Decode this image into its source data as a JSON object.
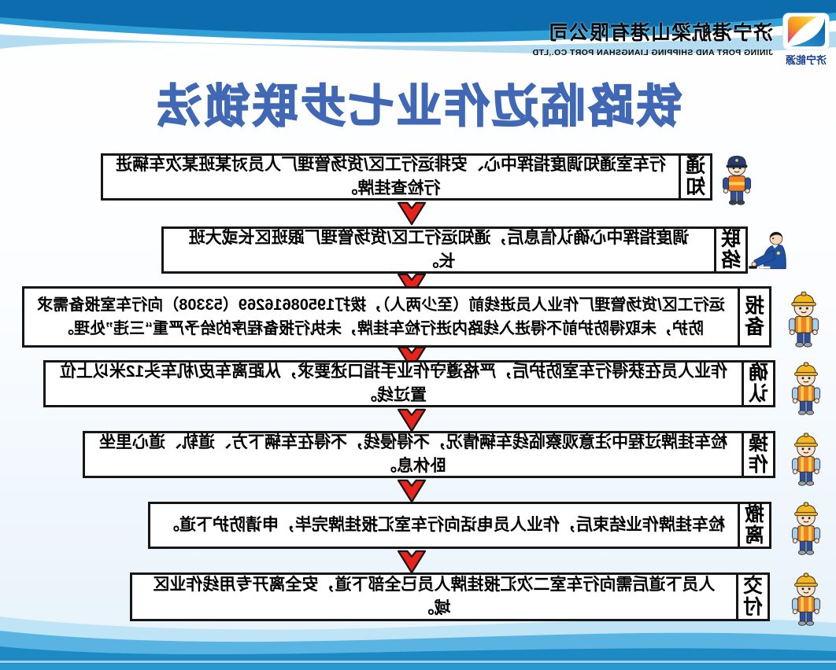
{
  "poster": {
    "title": "铁路临边作业七步联锁法"
  },
  "header": {
    "company_name_cn": "济宁港航梁山港有限公司",
    "company_name_en": "JINING PORT AND SHIPPING LIANGSHAN PORT CO.,LTD",
    "logo_caption": "济宁能源"
  },
  "steps": [
    {
      "label": "通知",
      "text": "行车室通知调度指挥中心、安排运行工区/货场管理厂人员对某班某次车辆进行检查挂牌。",
      "icon": "station-attendant"
    },
    {
      "label": "联络",
      "text": "调度指挥中心确认信息后，通知运行工区/货场管理厂跟班区长或大班长。",
      "icon": "dispatcher-at-desk"
    },
    {
      "label": "报备",
      "text": "运行工区/货场管理厂作业人员进线前（至少两人），拨打19508616269（53308）向行车室报备需求防护，未取得防护前不得进入线路内进行检车挂牌，未执行报备程序的给予严重“三违”处理。",
      "icon": "hardhat-worker"
    },
    {
      "label": "确认",
      "text": "作业人员在获得行车室防护后，严格遵守作业手指口述要求，从距离车皮/机车头12米以上位置过线。",
      "icon": "hardhat-worker"
    },
    {
      "label": "操作",
      "text": "检车挂牌过程中注意观察临线车辆情况，不得侵线，不得在车辆下方、道轨、道心里坐卧休息。",
      "icon": "hardhat-worker"
    },
    {
      "label": "撤离",
      "text": "检车挂牌作业结束后，作业人员电话向行车室汇报挂牌完毕，申请防护下道。",
      "icon": "hardhat-worker"
    },
    {
      "label": "交付",
      "text": "人员下道后需向行车室二次汇报挂牌人员已全部下道，安全离开专用线作业区域。",
      "icon": "hardhat-worker"
    }
  ],
  "colors": {
    "title_blue": "#4068b5",
    "arrow_red": "#e8231c",
    "box_border": "#161616",
    "band_blue_dark": "#0d6cae",
    "band_blue_mid": "#2f9fd6",
    "band_blue_light": "#a7d6ef",
    "vest_orange": "#f08124",
    "helmet_yellow": "#f6b71f",
    "uniform_blue": "#2050a0"
  },
  "layout_note": ""
}
